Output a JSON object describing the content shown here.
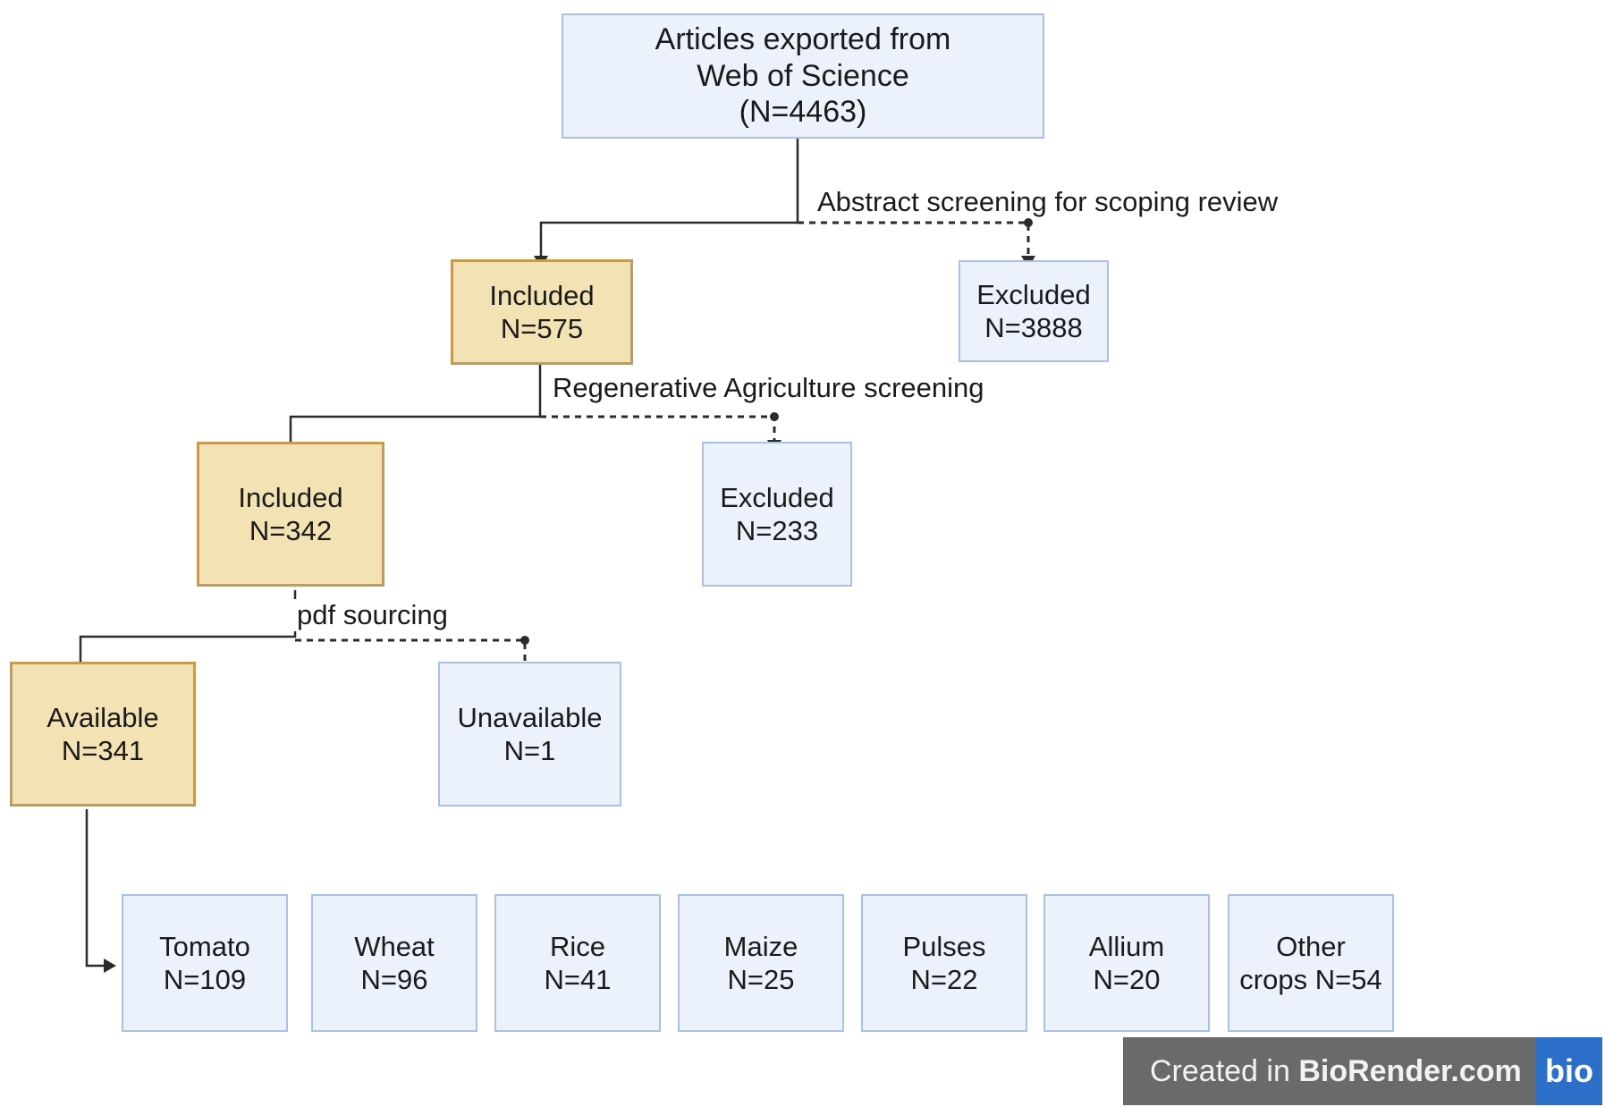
{
  "source_box": {
    "line1": "Articles exported from",
    "line2": "Web of Science",
    "line3": "(N=4463)"
  },
  "stage1": {
    "label": "Abstract screening for scoping review",
    "included": {
      "line1": "Included",
      "line2": "N=575"
    },
    "excluded": {
      "line1": "Excluded",
      "line2": "N=3888"
    }
  },
  "stage2": {
    "label": "Regenerative Agriculture screening",
    "included": {
      "line1": "Included",
      "line2": "N=342"
    },
    "excluded": {
      "line1": "Excluded",
      "line2": "N=233"
    }
  },
  "stage3": {
    "label": "pdf sourcing",
    "available": {
      "line1": "Available",
      "line2": "N=341"
    },
    "unavailable": {
      "line1": "Unavailable",
      "line2": "N=1"
    }
  },
  "crops": [
    {
      "line1": "Tomato",
      "line2": "N=109"
    },
    {
      "line1": "Wheat",
      "line2": "N=96"
    },
    {
      "line1": "Rice",
      "line2": "N=41"
    },
    {
      "line1": "Maize",
      "line2": "N=25"
    },
    {
      "line1": "Pulses",
      "line2": "N=22"
    },
    {
      "line1": "Allium",
      "line2": "N=20"
    },
    {
      "line1": "Other",
      "line2": "crops N=54"
    }
  ],
  "badge": {
    "prefix": "Created in ",
    "brand": "BioRender.com",
    "logo": "bio"
  },
  "colors": {
    "included_fill": "#f3e2b4",
    "included_border": "#c69a55",
    "other_fill": "#ebf2fc",
    "other_border": "#a9c1e4"
  }
}
